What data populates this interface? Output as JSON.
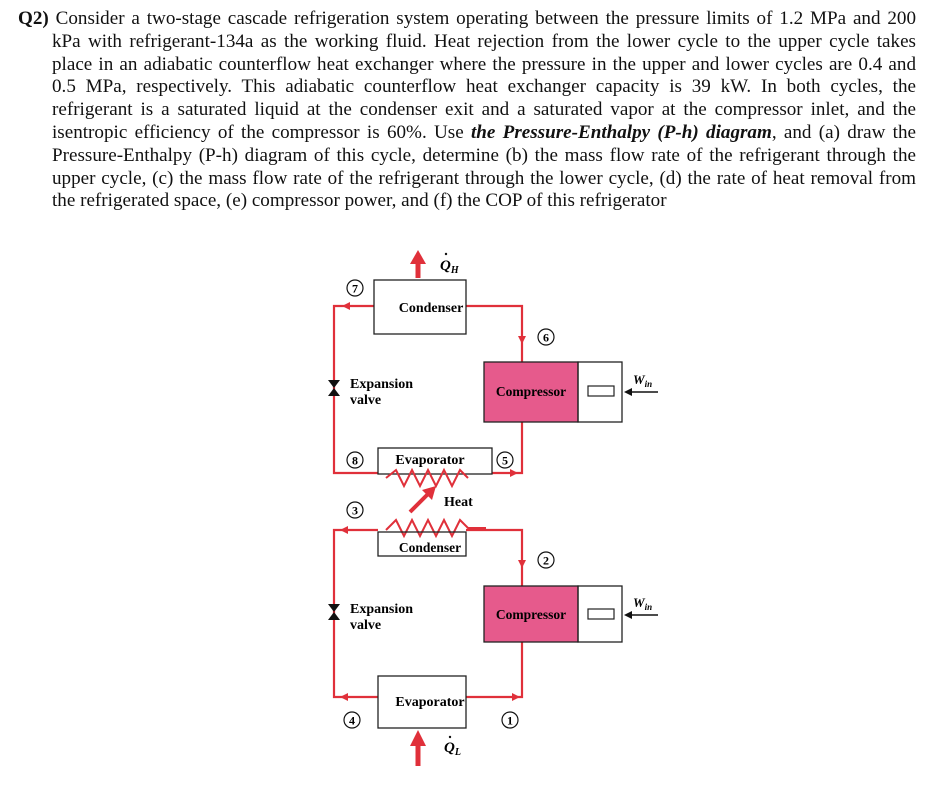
{
  "question": {
    "number": "Q2)",
    "text_part1": " Consider a two-stage cascade refrigeration system operating between the pressure limits of 1.2 MPa and 200 kPa with refrigerant-134a as the working fluid. Heat rejection from the lower cycle to the upper cycle takes place in an adiabatic counterflow heat exchanger where the pressure in the upper and lower cycles are 0.4 and 0.5 MPa, respectively. This adiabatic counterflow heat exchanger capacity is 39 kW. In both cycles, the refrigerant is a saturated liquid at the condenser exit and a saturated vapor at the compressor inlet, and the isentropic efficiency of the compressor is 60%. Use ",
    "emphasis": "the Pressure-Enthalpy (P-h) diagram",
    "text_part2": ", and (a) draw the Pressure-Enthalpy (P-h) diagram of this cycle, determine (b) the mass flow rate of the refrigerant through the upper cycle, (c) the mass flow rate of the refrigerant through the lower cycle, (d) the rate of heat removal from the refrigerated space, (e) compressor power, and (f) the COP of this refrigerator"
  },
  "diagram": {
    "q_h": "Q",
    "q_h_sub": "H",
    "q_l": "Q",
    "q_l_sub": "L",
    "w_in": "W",
    "w_in_sub": "in",
    "upper_condenser": "Condenser",
    "upper_expansion_line1": "Expansion",
    "upper_expansion_line2": "valve",
    "upper_compressor": "Compressor",
    "hx_evaporator": "Evaporator",
    "hx_heat": "Heat",
    "hx_condenser": "Condenser",
    "lower_expansion_line1": "Expansion",
    "lower_expansion_line2": "valve",
    "lower_compressor": "Compressor",
    "lower_evaporator": "Evaporator",
    "states": [
      "1",
      "2",
      "3",
      "4",
      "5",
      "6",
      "7",
      "8"
    ]
  },
  "colors": {
    "pipe": "#e0303a",
    "compressor_fill": "#e65a8c",
    "box_stroke": "#222222"
  }
}
